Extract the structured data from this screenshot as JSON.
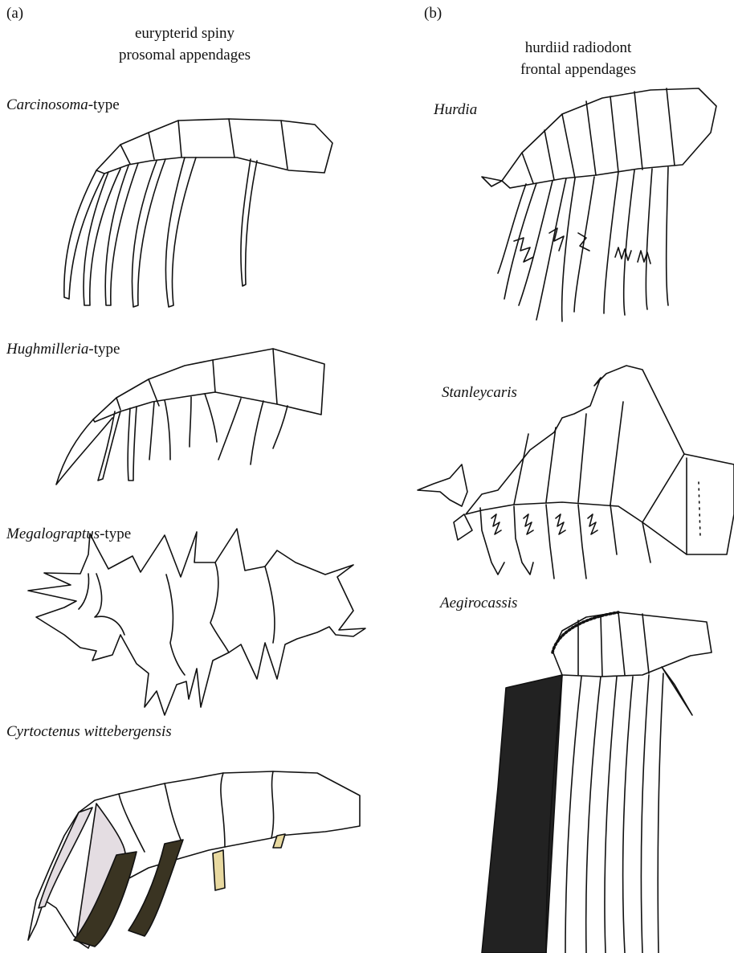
{
  "panels": {
    "a": {
      "label": "(a)",
      "heading_line1": "eurypterid spiny",
      "heading_line2": "prosomal appendages",
      "taxa": [
        {
          "italic": "Carcinosoma",
          "suffix": "-type"
        },
        {
          "italic": "Hughmilleria",
          "suffix": "-type"
        },
        {
          "italic": "Megalograptus",
          "suffix": "-type"
        },
        {
          "italic": "Cyrtoctenus wittebergensis",
          "suffix": ""
        }
      ]
    },
    "b": {
      "label": "(b)",
      "heading_line1": "hurdiid radiodont",
      "heading_line2": "frontal appendages",
      "taxa": [
        {
          "italic": "Hurdia",
          "suffix": ""
        },
        {
          "italic": "Stanleycaris",
          "suffix": ""
        },
        {
          "italic": "Aegirocassis",
          "suffix": ""
        }
      ]
    }
  },
  "colors": {
    "line": "#111111",
    "cyrtoctenus_claw": "#e4dde2",
    "cyrtoctenus_spine": "#e8d9a0",
    "comb_fill": "#222222"
  }
}
